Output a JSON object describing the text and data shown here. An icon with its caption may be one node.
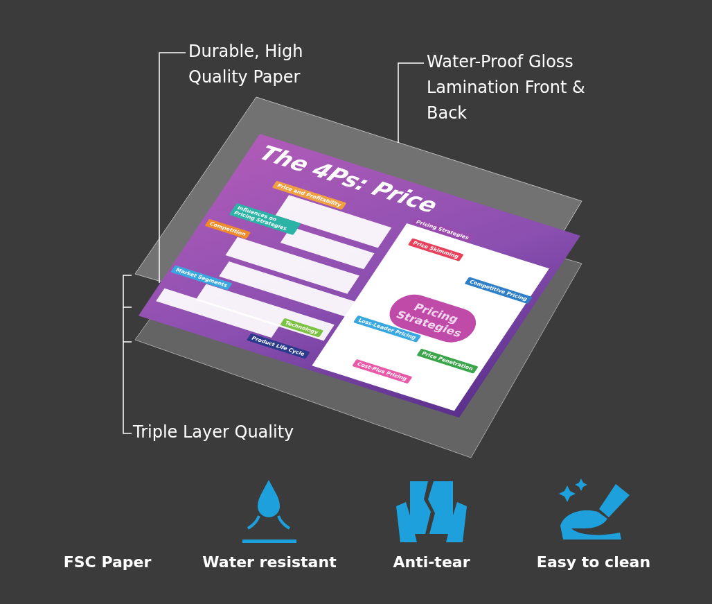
{
  "diagram": {
    "nodes": [
      {
        "text": [
          "Durable, High Quality Paper"
        ]
      },
      {
        "text": [
          "Water-Proof Gloss Lamination Front & Back"
        ]
      },
      {
        "text": [],
        "shape": "box"
      },
      {
        "text": [],
        "shape": "picture"
      },
      {
        "text": [],
        "shape": "box"
      }
    ],
    "edges": [
      {
        "from": 0,
        "to": 3,
        "arrow": "none"
      },
      {
        "from": 1,
        "to": 2,
        "arrow": "none"
      }
    ],
    "labels": [
      "Triple Layer Quality",
      "The 4Ps: Price",
      "Price and Profitability",
      "Influences on Pricing Strategies",
      "Competition",
      "Technology",
      "Market Segments",
      "Product Life Cycle",
      "Pricing Strategies",
      "Price Skimming",
      "Competitive Pricing",
      "Pricing Strategies",
      "Loss-Leader Pricing",
      "Price Penetration",
      "Cost-Plus Pricing",
      "FSC Paper",
      "Water resistant",
      "Anti-tear",
      "Easy to clean"
    ]
  }
}
